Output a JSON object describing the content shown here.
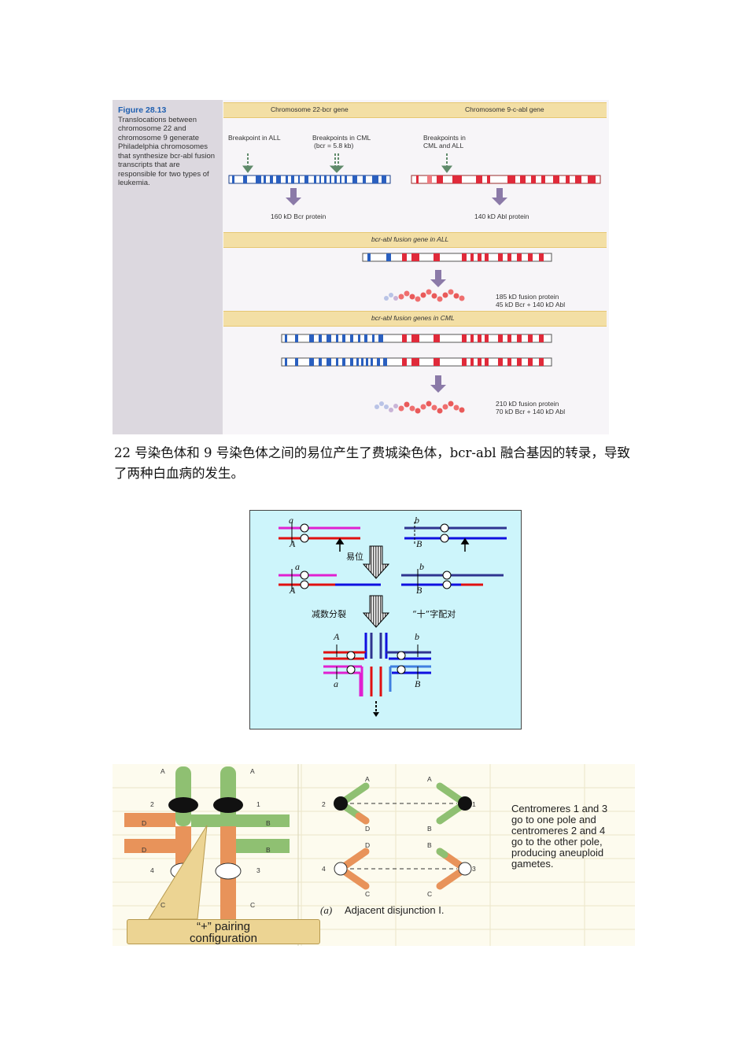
{
  "figure1": {
    "figure_number": "Figure 28.13",
    "caption": "Translocations between chromosome 22 and chromosome 9 generate Philadelphia chromosomes that synthesize bcr-abl fusion transcripts that are responsible for two types of leukemia.",
    "header_left": "Chromosome 22-bcr gene",
    "header_right": "Chromosome 9-c-abl gene",
    "breakpoint_all": "Breakpoint in ALL",
    "breakpoints_cml": "Breakpoints in CML",
    "breakpoints_cml_size": "(bcr = 5.8 kb)",
    "breakpoints_cml_all_1": "Breakpoints in",
    "breakpoints_cml_all_2": "CML and ALL",
    "protein_bcr": "160 kD Bcr protein",
    "protein_abl": "140 kD Abl protein",
    "band_all": "bcr-abl fusion gene in ALL",
    "fusion_all_1": "185 kD fusion protein",
    "fusion_all_2": "45 kD Bcr + 140 kD Abl",
    "band_cml": "bcr-abl fusion genes in CML",
    "fusion_cml_1": "210 kD fusion protein",
    "fusion_cml_2": "70 kD Bcr + 140 kD Abl"
  },
  "body_text": "22 号染色体和 9 号染色体之间的易位产生了费城染色体，bcr-abl 融合基因的转录，导致了两种白血病的发生。",
  "figure2": {
    "label_a": "a",
    "label_A": "A",
    "label_b": "b",
    "label_B": "B",
    "translocation": "易位",
    "meiosis": "减数分裂",
    "cross_pairing": "“十”字配对"
  },
  "figure3": {
    "label_A": "A",
    "label_B": "B",
    "label_C": "C",
    "label_D": "D",
    "num_1": "1",
    "num_2": "2",
    "num_3": "3",
    "num_4": "4",
    "note_1": "Centromeres 1 and 3",
    "note_2": "go to one pole and",
    "note_3": "centromeres 2 and 4",
    "note_4": "go to the other pole,",
    "note_5": "producing aneuploid",
    "note_6": "gametes.",
    "panel_label": "(a)",
    "panel_title": "Adjacent disjunction I.",
    "pairing_1": "“+” pairing",
    "pairing_2": "configuration"
  }
}
